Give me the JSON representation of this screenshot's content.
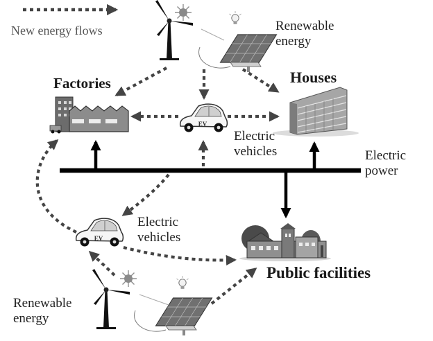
{
  "legend": {
    "label": "New energy flows"
  },
  "labels": {
    "renewable_top_line1": "Renewable",
    "renewable_top_line2": "energy",
    "factories": "Factories",
    "houses": "Houses",
    "ev_top_line1": "Electric",
    "ev_top_line2": "vehicles",
    "electric_power_line1": "Electric",
    "electric_power_line2": "power",
    "ev_bottom_line1": "Electric",
    "ev_bottom_line2": "vehicles",
    "public_facilities": "Public facilities",
    "renewable_bottom_line1": "Renewable",
    "renewable_bottom_line2": "energy"
  },
  "vehicle_badge": "EV",
  "colors": {
    "flow_arrow": "#444444",
    "power_bus": "#000000",
    "text": "#222222",
    "legend_text": "#555555",
    "sun": "#909090",
    "panel": "#6e6e6e",
    "building": "#9a9a9a"
  },
  "icons": [
    "wind-turbine-icon",
    "sun-icon",
    "solar-panel-icon",
    "light-bulb-icon",
    "factory-icon",
    "house-icon",
    "ev-car-icon",
    "public-facility-icon"
  ]
}
